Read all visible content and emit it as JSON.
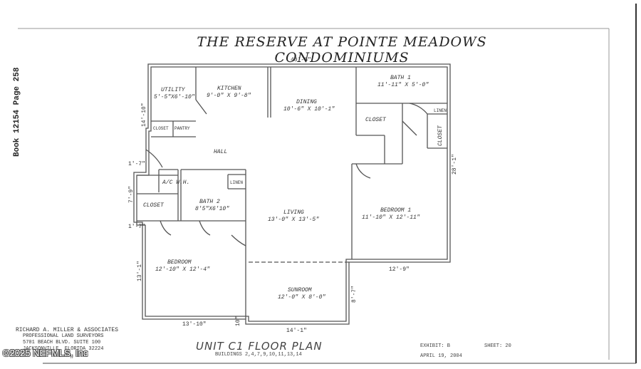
{
  "document": {
    "side_reference": "Book 12154  Page 258",
    "title": "THE RESERVE AT POINTE MEADOWS CONDOMINIUMS",
    "unit_title": "UNIT C1 FLOOR PLAN",
    "buildings": "BUILDINGS 2,4,7,9,10,11,13,14",
    "exhibit": "EXHIBIT: B",
    "sheet": "SHEET: 20",
    "date": "APRIL 19, 2004",
    "watermark": "©2025 NEFMLS, Inc"
  },
  "surveyor": {
    "name": "RICHARD A. MILLER & ASSOCIATES",
    "line1": "PROFESSIONAL LAND SURVEYORS",
    "line2": "5701 BEACH BLVD. SUITE 100",
    "line3": "JACKSONVILLE, FLORIDA 32224"
  },
  "rooms": {
    "utility": {
      "name": "UTILITY",
      "size": "5'-5\"X6'-10\""
    },
    "kitchen": {
      "name": "KITCHEN",
      "size": "9'-0\" X 9'-8\""
    },
    "dining": {
      "name": "DINING",
      "size": "10'-6\" X 10'-1\""
    },
    "bath1": {
      "name": "BATH 1",
      "size": "11'-11\" X 5'-0\""
    },
    "closet_master": {
      "name": "CLOSET"
    },
    "closet_small": {
      "name": "CLOSET"
    },
    "linen_master": {
      "name": "LINEN"
    },
    "closet_utility": {
      "name": "CLOSET"
    },
    "pantry": {
      "name": "PANTRY"
    },
    "hall": {
      "name": "HALL"
    },
    "ac": {
      "name": "A/C W.H."
    },
    "linen_hall": {
      "name": "LINEN"
    },
    "bath2": {
      "name": "BATH 2",
      "size": "8'5\"X6'10\""
    },
    "closet_bed": {
      "name": "CLOSET"
    },
    "living": {
      "name": "LIVING",
      "size": "13'-0\" X 13'-5\""
    },
    "bedroom1": {
      "name": "BEDROOM 1",
      "size": "11'-10\" X 12'-11\""
    },
    "bedroom": {
      "name": "BEDROOM",
      "size": "12'-10\" X 12'-4\""
    },
    "sunroom": {
      "name": "SUNROOM",
      "size": "12'-0\" X 8'-0\""
    }
  },
  "dimensions": {
    "top": "40'-8\"",
    "left_upper": "14'-10\"",
    "left_mid1": "1'-7\"",
    "left_mid2": "7'-9\"",
    "left_mid3": "1'-7\"",
    "left_lower": "13'-1\"",
    "right": "28'-1\"",
    "bottom_right": "12'-9\"",
    "bottom_left": "13'-10\"",
    "bottom_left_small": "10\"",
    "bottom_mid": "14'-1\"",
    "sunroom_side": "8'-7\""
  }
}
